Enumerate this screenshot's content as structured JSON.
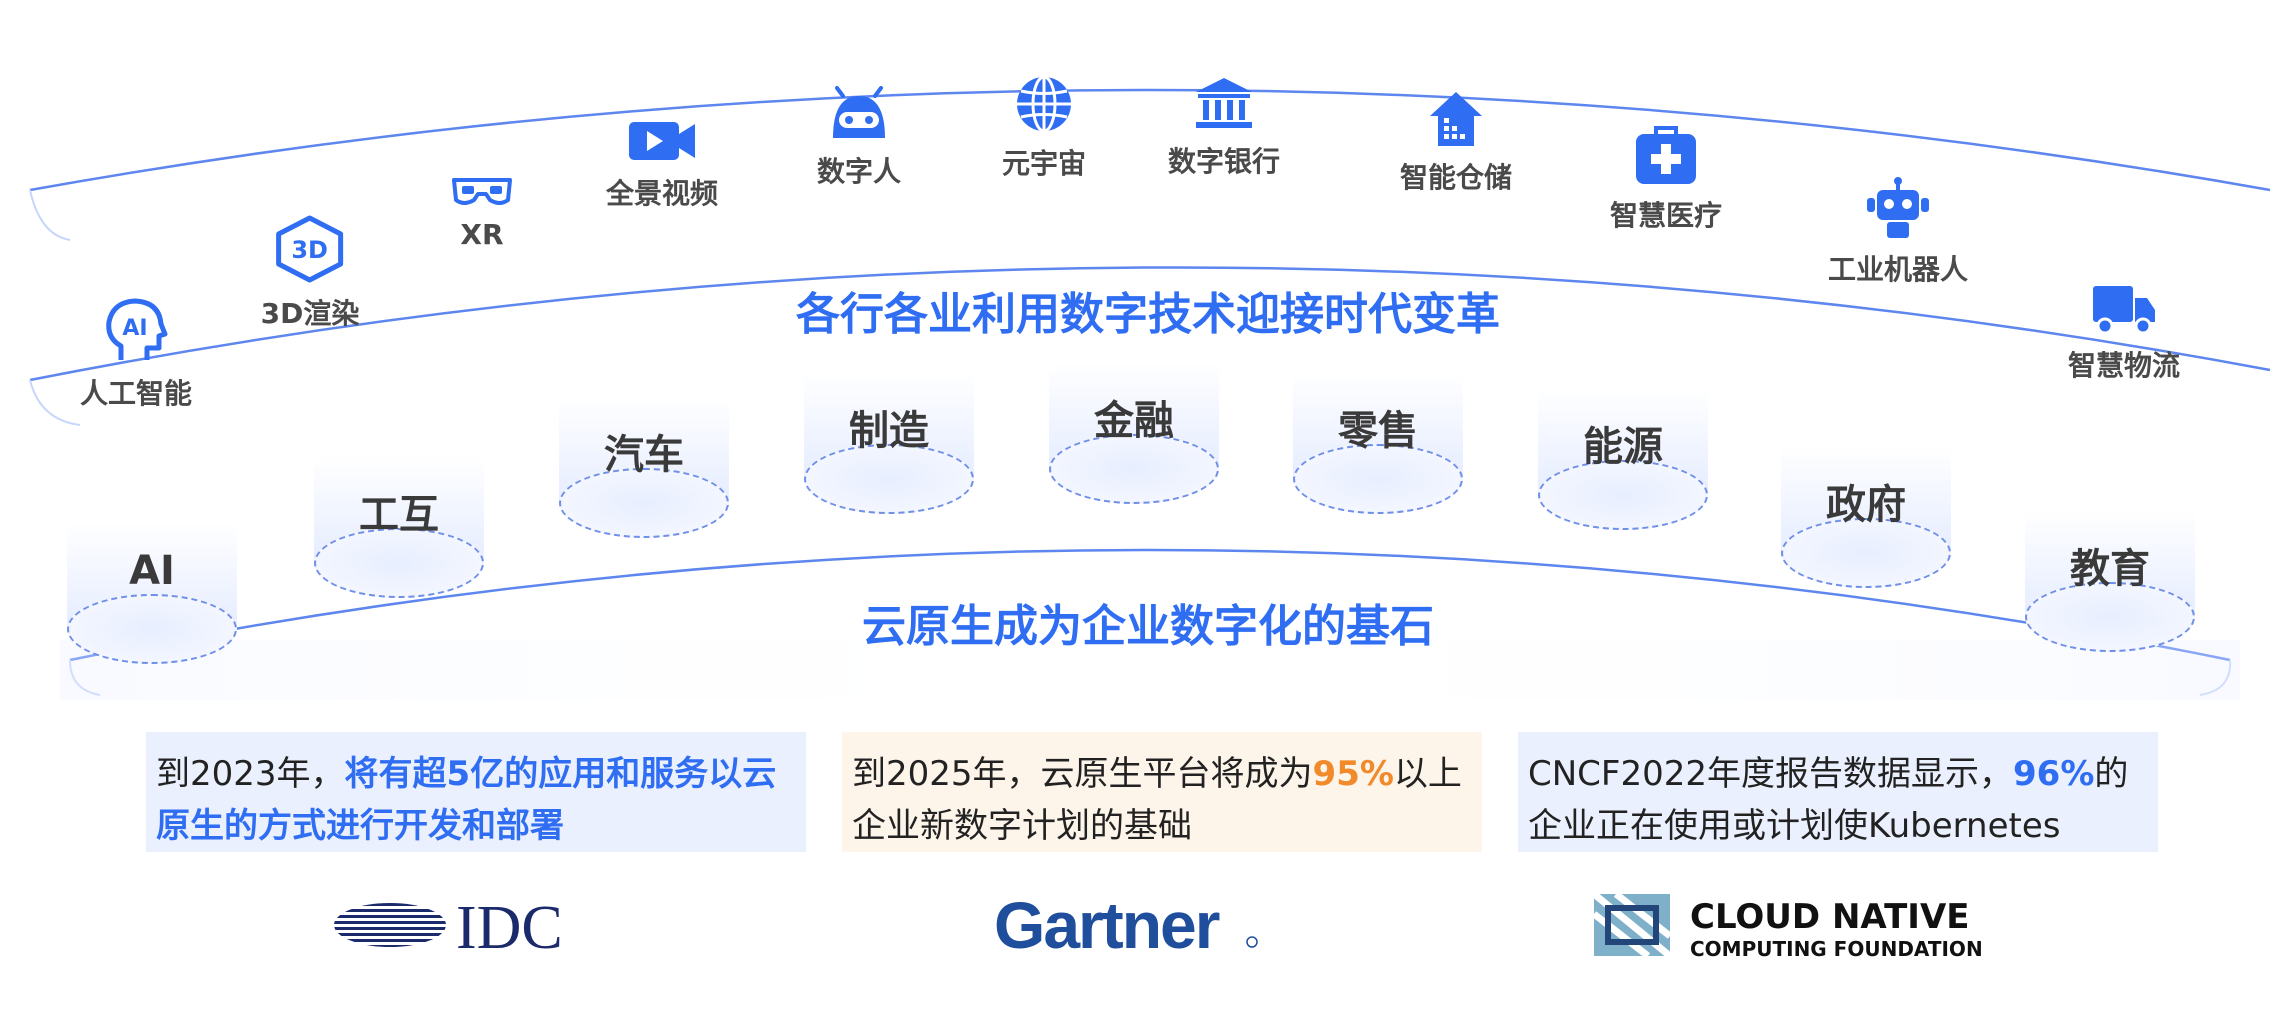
{
  "apps": [
    {
      "id": "ai",
      "label": "人工智能",
      "icon": "ai-head-icon"
    },
    {
      "id": "render3d",
      "label": "3D渲染",
      "icon": "3d-cube-icon"
    },
    {
      "id": "xr",
      "label": "XR",
      "icon": "vr-glasses-icon"
    },
    {
      "id": "video",
      "label": "全景视频",
      "icon": "video-camera-icon"
    },
    {
      "id": "human",
      "label": "数字人",
      "icon": "android-head-icon"
    },
    {
      "id": "metaverse",
      "label": "元宇宙",
      "icon": "globe-icon"
    },
    {
      "id": "bank",
      "label": "数字银行",
      "icon": "bank-icon"
    },
    {
      "id": "warehouse",
      "label": "智能仓储",
      "icon": "warehouse-icon"
    },
    {
      "id": "medical",
      "label": "智慧医疗",
      "icon": "medical-kit-icon"
    },
    {
      "id": "robot",
      "label": "工业机器人",
      "icon": "robot-icon"
    },
    {
      "id": "logistics",
      "label": "智慧物流",
      "icon": "truck-icon"
    }
  ],
  "headline_top": "各行各业利用数字技术迎接时代变革",
  "industries": [
    "AI",
    "工互",
    "汽车",
    "制造",
    "金融",
    "零售",
    "能源",
    "政府",
    "教育"
  ],
  "headline_bottom": "云原生成为企业数字化的基石",
  "cards": [
    {
      "id": "idc",
      "prefix": "到2023年，",
      "highlight": "将有超5亿的应用和服务以云原生的方式进行开发和部署",
      "suffix": "",
      "bg": "#eaf0fd"
    },
    {
      "id": "gartner",
      "prefix": "到2025年，云原生平台将成为",
      "highlight": "95%",
      "suffix": "以上企业新数字计划的基础",
      "bg": "#fdf4ea"
    },
    {
      "id": "cncf",
      "prefix": "CNCF2022年度报告数据显示，",
      "highlight": "96%",
      "suffix": "的企业正在使用或计划使Kubernetes",
      "bg": "#eaf0fd"
    }
  ],
  "logos": {
    "idc": "IDC",
    "gartner": "Gartner",
    "cncf_line1": "CLOUD NATIVE",
    "cncf_line2": "COMPUTING FOUNDATION"
  },
  "colors": {
    "accent": "#2f6df2",
    "orange": "#f08a2a",
    "text": "#4a4a4a",
    "idc_navy": "#1b2a6b",
    "gartner": "#1f4e9c"
  }
}
